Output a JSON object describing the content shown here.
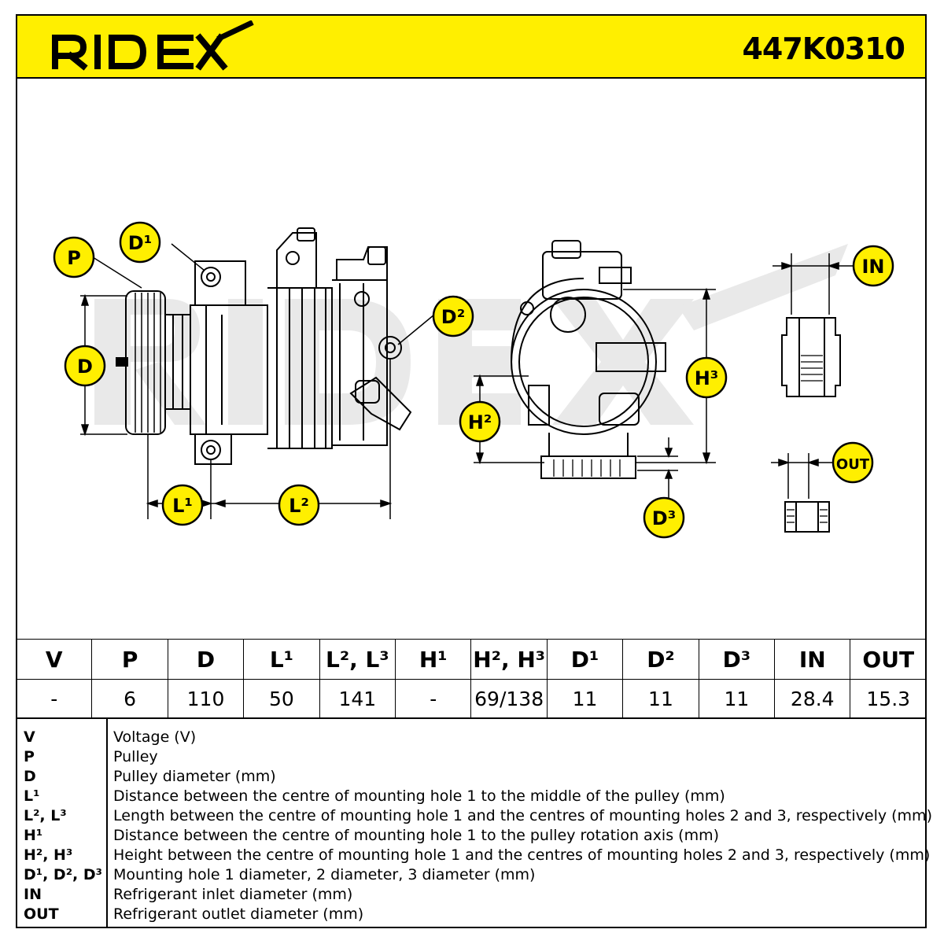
{
  "header": {
    "brand": "RIDEX",
    "part_number": "447K0310"
  },
  "diagram": {
    "watermark": "RIDEX",
    "labels": {
      "P": "P",
      "D": "D",
      "D1": "D¹",
      "D2": "D²",
      "D3": "D³",
      "L1": "L¹",
      "L2": "L²",
      "H2": "H²",
      "H3": "H³",
      "IN": "IN",
      "OUT": "OUT"
    },
    "badge_color": "#ffef00"
  },
  "spec_table": {
    "headers": [
      "V",
      "P",
      "D",
      "L¹",
      "L², L³",
      "H¹",
      "H², H³",
      "D¹",
      "D²",
      "D³",
      "IN",
      "OUT"
    ],
    "values": [
      "-",
      "6",
      "110",
      "50",
      "141",
      "-",
      "69/138",
      "11",
      "11",
      "11",
      "28.4",
      "15.3"
    ]
  },
  "legend": [
    {
      "key": "V",
      "text": "Voltage (V)"
    },
    {
      "key": "P",
      "text": "Pulley"
    },
    {
      "key": "D",
      "text": "Pulley diameter (mm)"
    },
    {
      "key": "L¹",
      "text": "Distance between the centre of mounting hole 1 to the middle of the pulley (mm)"
    },
    {
      "key": "L², L³",
      "text": "Length between the centre of mounting hole 1 and the centres of mounting holes 2 and 3, respectively (mm)"
    },
    {
      "key": "H¹",
      "text": "Distance between the centre of mounting hole 1 to the pulley rotation axis (mm)"
    },
    {
      "key": "H², H³",
      "text": "Height between the centre of mounting hole 1 and the centres of mounting holes 2 and 3, respectively (mm)"
    },
    {
      "key": "D¹, D², D³",
      "text": "Mounting hole 1 diameter, 2 diameter, 3 diameter (mm)"
    },
    {
      "key": "IN",
      "text": "Refrigerant inlet diameter (mm)"
    },
    {
      "key": "OUT",
      "text": "Refrigerant outlet diameter (mm)"
    }
  ]
}
